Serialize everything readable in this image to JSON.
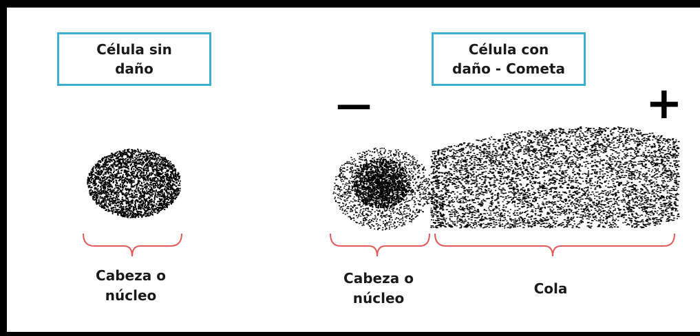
{
  "boxes": {
    "undamaged": "Célula sin\ndaño",
    "damaged": "Célula con\ndaño - Cometa"
  },
  "signs": {
    "negative": "—",
    "positive": "+"
  },
  "labels": {
    "head_left": "Cabeza o\nnúcleo",
    "head_right": "Cabeza o\nnúcleo",
    "tail": "Cola"
  },
  "colors": {
    "box_border": "#3ab0d6",
    "bracket": "#e05a5a",
    "ink": "#000000"
  }
}
